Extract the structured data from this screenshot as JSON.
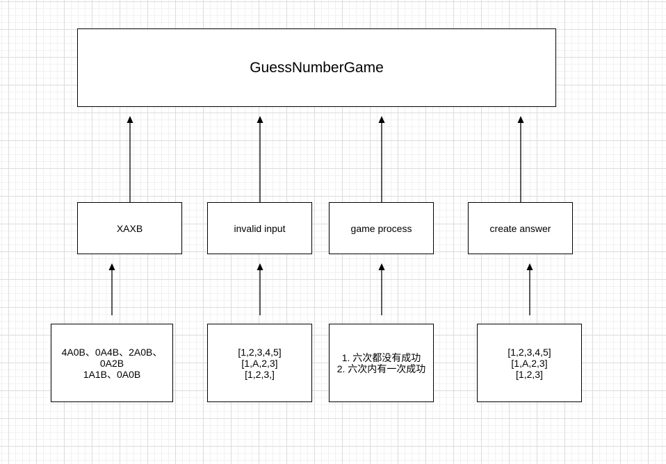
{
  "diagram": {
    "title": "GuessNumberGame",
    "modules": [
      {
        "id": "xaxb",
        "label": "XAXB"
      },
      {
        "id": "invalid-input",
        "label": "invalid input"
      },
      {
        "id": "game-process",
        "label": "game process"
      },
      {
        "id": "create-answer",
        "label": "create answer"
      }
    ],
    "cases": [
      {
        "id": "xaxb-cases",
        "text": "4A0B、0A4B、2A0B、\n0A2B\n1A1B、0A0B"
      },
      {
        "id": "invalid-input-cases",
        "text": "[1,2,3,4,5]\n[1,A,2,3]\n[1,2,3,]"
      },
      {
        "id": "game-process-cases",
        "text": "1. 六次都没有成功\n2. 六次内有一次成功"
      },
      {
        "id": "create-answer-cases",
        "text": "[1,2,3,4,5]\n[1,A,2,3]\n[1,2,3]"
      }
    ],
    "edges": [
      {
        "from": "xaxb",
        "to": "main"
      },
      {
        "from": "invalid-input",
        "to": "main"
      },
      {
        "from": "game-process",
        "to": "main"
      },
      {
        "from": "create-answer",
        "to": "main"
      },
      {
        "from": "xaxb-cases",
        "to": "xaxb"
      },
      {
        "from": "invalid-input-cases",
        "to": "invalid-input"
      },
      {
        "from": "game-process-cases",
        "to": "game-process"
      },
      {
        "from": "create-answer-cases",
        "to": "create-answer"
      }
    ],
    "colors": {
      "stroke": "#000000",
      "fill": "#ffffff",
      "grid": "#dcdcdc"
    }
  }
}
